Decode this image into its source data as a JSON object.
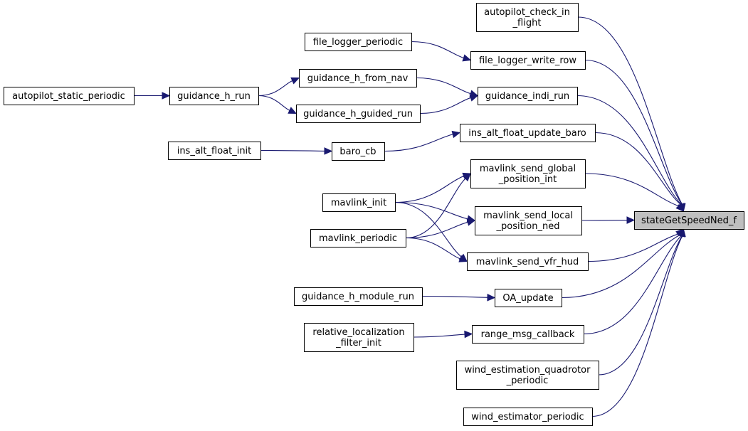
{
  "diagram": {
    "target": "stateGetSpeedNed_f",
    "nodes": {
      "autopilot_check_in_flight": [
        "autopilot_check_in",
        "_flight"
      ],
      "file_logger_periodic": [
        "file_logger_periodic"
      ],
      "file_logger_write_row": [
        "file_logger_write_row"
      ],
      "autopilot_static_periodic": [
        "autopilot_static_periodic"
      ],
      "guidance_h_run": [
        "guidance_h_run"
      ],
      "guidance_h_from_nav": [
        "guidance_h_from_nav"
      ],
      "guidance_indi_run": [
        "guidance_indi_run"
      ],
      "guidance_h_guided_run": [
        "guidance_h_guided_run"
      ],
      "ins_alt_float_update_baro": [
        "ins_alt_float_update_baro"
      ],
      "ins_alt_float_init": [
        "ins_alt_float_init"
      ],
      "baro_cb": [
        "baro_cb"
      ],
      "mavlink_send_global_position_int": [
        "mavlink_send_global",
        "_position_int"
      ],
      "mavlink_init": [
        "mavlink_init"
      ],
      "mavlink_send_local_position_ned": [
        "mavlink_send_local",
        "_position_ned"
      ],
      "stateGetSpeedNed_f": [
        "stateGetSpeedNed_f"
      ],
      "mavlink_periodic": [
        "mavlink_periodic"
      ],
      "mavlink_send_vfr_hud": [
        "mavlink_send_vfr_hud"
      ],
      "guidance_h_module_run": [
        "guidance_h_module_run"
      ],
      "OA_update": [
        "OA_update"
      ],
      "relative_localization_filter_init": [
        "relative_localization",
        "_filter_init"
      ],
      "range_msg_callback": [
        "range_msg_callback"
      ],
      "wind_estimation_quadrotor_periodic": [
        "wind_estimation_quadrotor",
        "_periodic"
      ],
      "wind_estimator_periodic": [
        "wind_estimator_periodic"
      ]
    },
    "edges": [
      [
        "autopilot_static_periodic",
        "guidance_h_run"
      ],
      [
        "guidance_h_run",
        "guidance_h_from_nav"
      ],
      [
        "guidance_h_run",
        "guidance_h_guided_run"
      ],
      [
        "guidance_h_from_nav",
        "guidance_indi_run"
      ],
      [
        "guidance_h_guided_run",
        "guidance_indi_run"
      ],
      [
        "file_logger_periodic",
        "file_logger_write_row"
      ],
      [
        "ins_alt_float_init",
        "baro_cb"
      ],
      [
        "baro_cb",
        "ins_alt_float_update_baro"
      ],
      [
        "mavlink_init",
        "mavlink_send_global_position_int"
      ],
      [
        "mavlink_init",
        "mavlink_send_local_position_ned"
      ],
      [
        "mavlink_init",
        "mavlink_send_vfr_hud"
      ],
      [
        "mavlink_periodic",
        "mavlink_send_global_position_int"
      ],
      [
        "mavlink_periodic",
        "mavlink_send_local_position_ned"
      ],
      [
        "mavlink_periodic",
        "mavlink_send_vfr_hud"
      ],
      [
        "guidance_h_module_run",
        "OA_update"
      ],
      [
        "relative_localization_filter_init",
        "range_msg_callback"
      ],
      [
        "autopilot_check_in_flight",
        "stateGetSpeedNed_f"
      ],
      [
        "file_logger_write_row",
        "stateGetSpeedNed_f"
      ],
      [
        "guidance_indi_run",
        "stateGetSpeedNed_f"
      ],
      [
        "ins_alt_float_update_baro",
        "stateGetSpeedNed_f"
      ],
      [
        "mavlink_send_global_position_int",
        "stateGetSpeedNed_f"
      ],
      [
        "mavlink_send_local_position_ned",
        "stateGetSpeedNed_f"
      ],
      [
        "mavlink_send_vfr_hud",
        "stateGetSpeedNed_f"
      ],
      [
        "OA_update",
        "stateGetSpeedNed_f"
      ],
      [
        "range_msg_callback",
        "stateGetSpeedNed_f"
      ],
      [
        "wind_estimation_quadrotor_periodic",
        "stateGetSpeedNed_f"
      ],
      [
        "wind_estimator_periodic",
        "stateGetSpeedNed_f"
      ]
    ],
    "colors": {
      "edge": "#191970",
      "node_border": "#000000",
      "node_fill": "#ffffff",
      "target_fill": "#bfbfbf"
    }
  }
}
